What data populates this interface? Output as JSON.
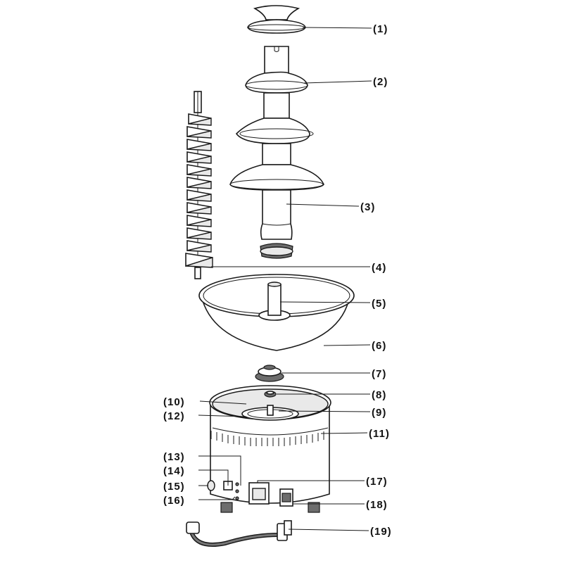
{
  "diagram": {
    "callouts": [
      {
        "id": "1",
        "text": "(1)"
      },
      {
        "id": "2",
        "text": "(2)"
      },
      {
        "id": "3",
        "text": "(3)"
      },
      {
        "id": "4",
        "text": "(4)"
      },
      {
        "id": "5",
        "text": "(5)"
      },
      {
        "id": "6",
        "text": "(6)"
      },
      {
        "id": "7",
        "text": "(7)"
      },
      {
        "id": "8",
        "text": "(8)"
      },
      {
        "id": "9",
        "text": "(9)"
      },
      {
        "id": "10",
        "text": "(10)"
      },
      {
        "id": "11",
        "text": "(11)"
      },
      {
        "id": "12",
        "text": "(12)"
      },
      {
        "id": "13",
        "text": "(13)"
      },
      {
        "id": "14",
        "text": "(14)"
      },
      {
        "id": "15",
        "text": "(15)"
      },
      {
        "id": "16",
        "text": "(16)"
      },
      {
        "id": "17",
        "text": "(17)"
      },
      {
        "id": "18",
        "text": "(18)"
      },
      {
        "id": "19",
        "text": "(19)"
      }
    ]
  }
}
